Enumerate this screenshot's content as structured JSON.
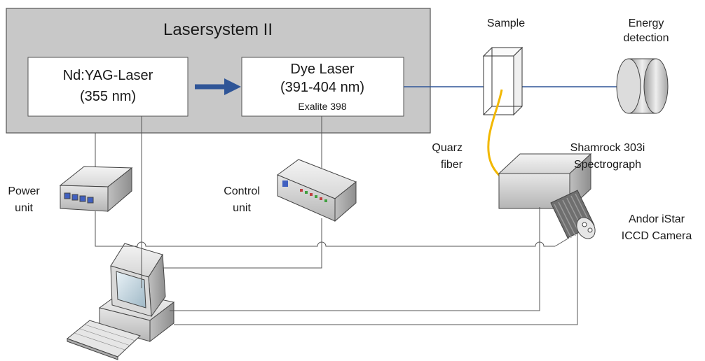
{
  "lasersystem": {
    "title": "Lasersystem II"
  },
  "ndyag": {
    "line1": "Nd:YAG-Laser",
    "line2": "(355 nm)"
  },
  "dye": {
    "line1": "Dye Laser",
    "line2": "(391-404 nm)",
    "line3": "Exalite 398"
  },
  "labels": {
    "sample": "Sample",
    "energy_line1": "Energy",
    "energy_line2": "detection",
    "quarz_line1": "Quarz",
    "quarz_line2": "fiber",
    "spectro_line1": "Shamrock 303i",
    "spectro_line2": "Spectrograph",
    "camera_line1": "Andor iStar",
    "camera_line2": "ICCD Camera",
    "power_line1": "Power",
    "power_line2": "unit",
    "control_line1": "Control",
    "control_line2": "unit"
  },
  "colors": {
    "panel": "#c8c8c8",
    "arrow": "#2f5597",
    "beam": "#2f5597",
    "fiber": "#f2b800"
  }
}
